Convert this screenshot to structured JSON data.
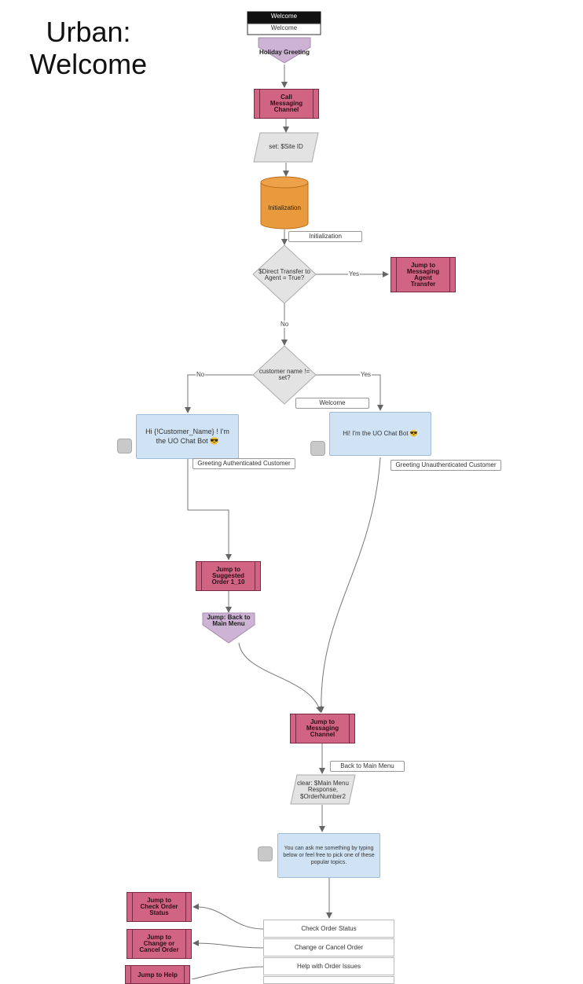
{
  "title": "Urban: Welcome",
  "title_lines": [
    "Urban:",
    "Welcome"
  ],
  "nodes": {
    "start_header": "Welcome",
    "start_sub": "Welcome",
    "holiday": "Holiday Greeting",
    "call_messaging": "Call Messaging Channel",
    "set_site": "set: $Site ID",
    "initialization": "Initialization",
    "initialization_label": "Initialization",
    "decision_direct": "$Direct Transfer to Agent = True?",
    "jump_agent": "Jump to Messaging Agent Transfer",
    "decision_customer": "customer name != set?",
    "welcome_label": "Welcome",
    "greet_auth_msg": "Hi {!Customer_Name} ! I'm the UO Chat Bot 😎",
    "greet_auth_label": "Greeting Authenticated Customer",
    "greet_unauth_msg": "Hi! I'm the UO Chat Bot 😎",
    "greet_unauth_label": "Greeting Unauthenticated Customer",
    "jump_suggested": "Jump to Suggested Order 1_10",
    "jump_back_main": "Jump: Back to Main Menu",
    "jump_messaging": "Jump to Messaging Channel",
    "back_main_label": "Back to Main Menu",
    "clear_vars": "clear: $Main Menu Response, $OrderNumber2",
    "ask_msg": "You can ask me something by typing below or feel free to pick one of these popular topics.",
    "jump_check_order": "Jump to Check Order Status",
    "jump_change_order": "Jump to Change or Cancel Order",
    "jump_help": "Jump to Help"
  },
  "edge_labels": {
    "yes1": "Yes",
    "no1": "No",
    "no2": "No",
    "yes2": "Yes"
  },
  "menu_options": [
    "Check Order Status",
    "Change or Cancel Order",
    "Help with Order Issues"
  ],
  "colors": {
    "process_fill": "#d26483",
    "message_fill": "#cfe3f5",
    "decision_fill": "#e3e3e3",
    "database_fill": "#e89a3c",
    "offpage_fill": "#cdb3d4"
  }
}
